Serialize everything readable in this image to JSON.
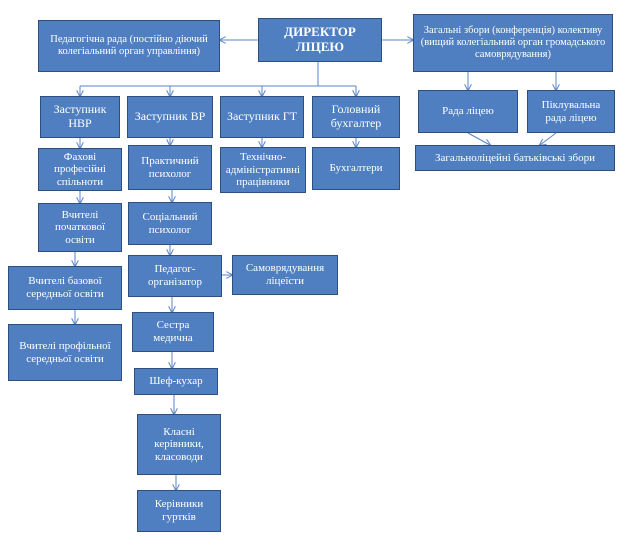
{
  "colors": {
    "box_fill": "#4f7fc0",
    "box_border": "#2f4f7f",
    "line": "#5b84c4",
    "text": "#ffffff"
  },
  "nodes": {
    "director": "ДИРЕКТОР ЛІЦЕЮ",
    "ped_council": "Педагогічна рада (постійно діючий колегіальний орган управління)",
    "general_meeting": "Загальні збори (конференція) колективу (вищий колегіальний орган громадського самоврядування)",
    "deputy_nvr": "Заступник НВР",
    "deputy_vr": "Заступник ВР",
    "deputy_gt": "Заступник ГТ",
    "chief_accountant": "Головний бухгалтер",
    "lyceum_council": "Рада ліцею",
    "trustee_council": "Піклувальна рада ліцею",
    "parent_meeting": "Загальноліцейні батьківські збори",
    "prof_communities": "Фахові професійні спільноти",
    "primary_teachers": "Вчителі початкової освіти",
    "basic_teachers": "Вчителі базової середньої освіти",
    "profile_teachers": "Вчителі профільної середньої освіти",
    "practical_psych": "Практичний психолог",
    "social_psych": "Соціальний психолог",
    "ped_organizer": "Педагог-організатор",
    "self_government": "Самоврядування ліцеїсти",
    "nurse": "Сестра медична",
    "chef": "Шеф-кухар",
    "class_leaders": "Класні керівники, класоводи",
    "club_leaders": "Керівники гуртків",
    "tech_staff": "Технічно-адміністративні працівники",
    "accountants": "Бухгалтери"
  }
}
